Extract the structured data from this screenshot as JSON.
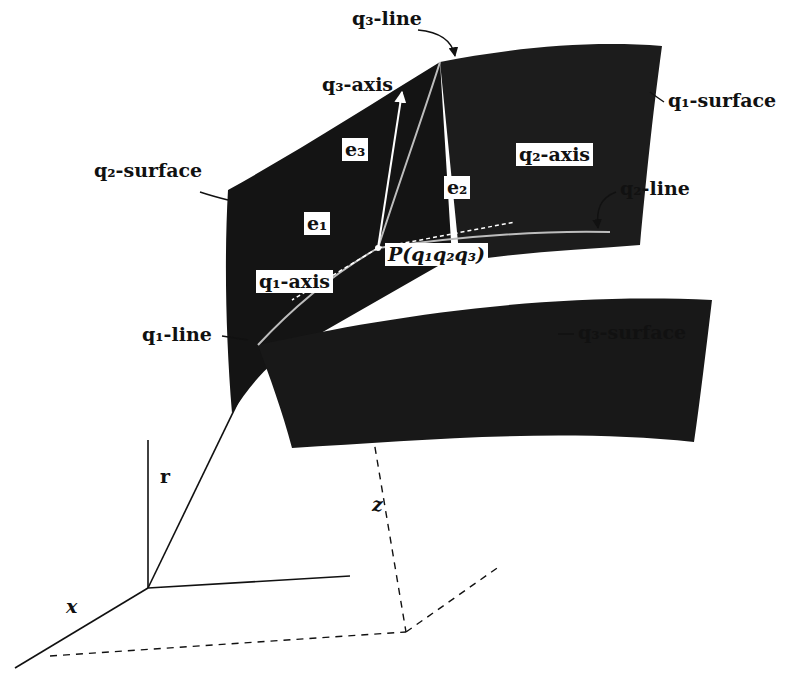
{
  "diagram": {
    "labels": [
      "q₃-line",
      "q₃-axis",
      "q₁-surface",
      "q₂-surface",
      "e₃",
      "e₂",
      "q₂-axis",
      "e₁",
      "q₂-line",
      "P(q₁q₂q₃)",
      "q₁-axis",
      "q₁-line",
      "q₃-surface",
      "r",
      "z",
      "x"
    ]
  }
}
